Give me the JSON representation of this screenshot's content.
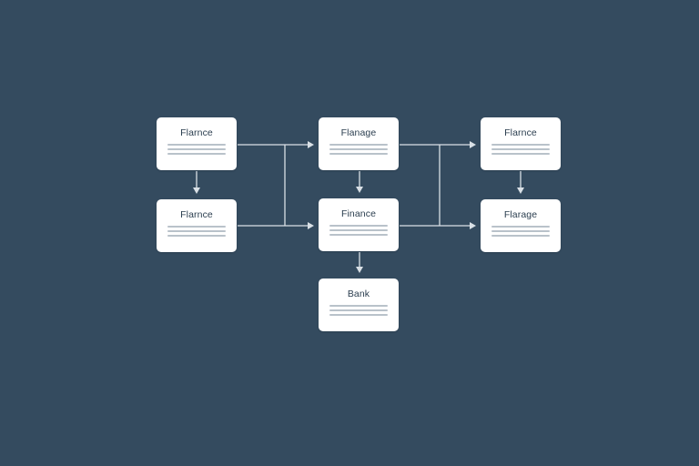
{
  "diagram": {
    "nodes": [
      {
        "id": "n1",
        "label": "Flarnce"
      },
      {
        "id": "n2",
        "label": "Flarnce"
      },
      {
        "id": "n3",
        "label": "Flanage"
      },
      {
        "id": "n4",
        "label": "Finance"
      },
      {
        "id": "n5",
        "label": "Bank"
      },
      {
        "id": "n6",
        "label": "Flarnce"
      },
      {
        "id": "n7",
        "label": "Flarage"
      }
    ],
    "edges": [
      {
        "from": "n1",
        "to": "n2"
      },
      {
        "from": "n1",
        "to": "n3"
      },
      {
        "from": "n2",
        "to": "n4"
      },
      {
        "from": "n3",
        "to": "n4"
      },
      {
        "from": "n4",
        "to": "n5"
      },
      {
        "from": "n3",
        "to": "n6"
      },
      {
        "from": "n4",
        "to": "n7"
      },
      {
        "from": "n6",
        "to": "n7"
      }
    ],
    "colors": {
      "background": "#344b5f",
      "node_fill": "#ffffff",
      "connector": "#d9e0e6",
      "text": "#2b3e4f",
      "detail_lines": "#b9c2ca"
    }
  }
}
